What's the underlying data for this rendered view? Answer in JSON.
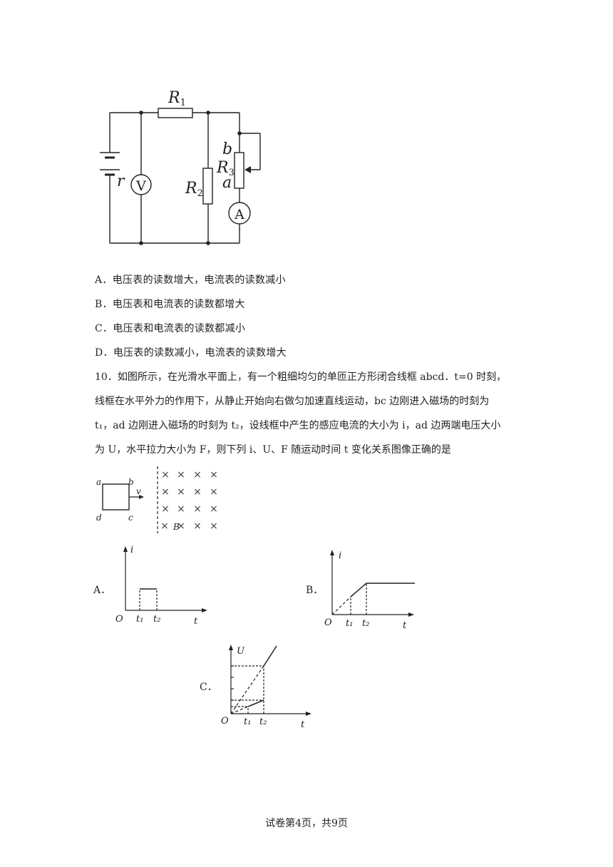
{
  "circuit": {
    "labels": {
      "R1": "R",
      "R1_sub": "1",
      "R2": "R",
      "R2_sub": "2",
      "R3": "R",
      "R3_sub": "3",
      "r": "r",
      "b": "b",
      "a": "a",
      "V": "V",
      "A": "A"
    }
  },
  "q9": {
    "options": [
      "A．电压表的读数增大，电流表的读数减小",
      "B．电压表和电流表的读数都增大",
      "C．电压表和电流表的读数都减小",
      "D．电压表的读数减小，电流表的读数增大"
    ]
  },
  "q10": {
    "line1": "10．如图所示，在光滑水平面上，有一个粗细均匀的单匝正方形闭合线框 abcd．t=0 时刻，",
    "line2": "线框在水平外力的作用下，从静止开始向右做匀加速直线运动，bc 边刚进入磁场的时刻为",
    "line3": "t₁，ad 边刚进入磁场的时刻为 t₂，设线框中产生的感应电流的大小为 i，ad 边两端电压大小",
    "line4": "为 U，水平拉力大小为 F，则下列 i、U、F 随运动时间 t 变化关系图像正确的是",
    "frame_labels": {
      "a": "a",
      "b": "b",
      "c": "c",
      "d": "d",
      "v": "v",
      "B": "B",
      "x": "×"
    },
    "choices": {
      "A": {
        "label": "A．",
        "y_axis": "i",
        "x_axis": "t",
        "origin": "O",
        "t1": "t₁",
        "t2": "t₂"
      },
      "B": {
        "label": "B．",
        "y_axis": "i",
        "x_axis": "t",
        "origin": "O",
        "t1": "t₁",
        "t2": "t₂"
      },
      "C": {
        "label": "C．",
        "y_axis": "U",
        "x_axis": "t",
        "origin": "O",
        "t1": "t₁",
        "t2": "t₂"
      }
    }
  },
  "footer": "试卷第4页，共9页"
}
